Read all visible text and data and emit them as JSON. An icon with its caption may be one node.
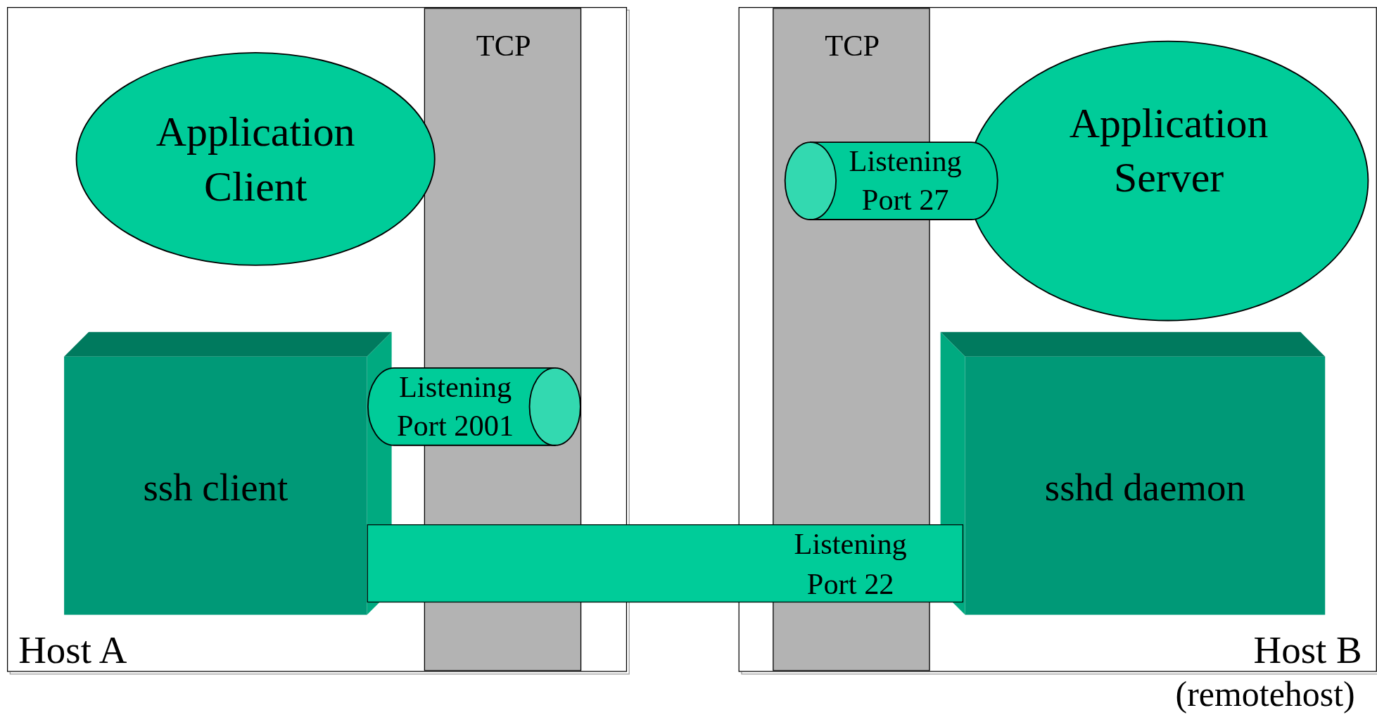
{
  "diagram": {
    "nodes": [
      {
        "text": [
          "Host A"
        ]
      },
      {
        "text": [
          "TCP"
        ],
        "in": 0
      },
      {
        "text": [
          "Application Client"
        ],
        "in": 0
      },
      {
        "text": [
          "ssh client"
        ],
        "in": 0
      },
      {
        "text": [
          "Listening Port 2001"
        ],
        "in": 0
      },
      {
        "text": [
          "Host B",
          "(remotehost)"
        ]
      },
      {
        "text": [
          "TCP"
        ],
        "in": 5
      },
      {
        "text": [
          "Application Server"
        ],
        "in": 5
      },
      {
        "text": [
          "Listening Port 27"
        ],
        "in": 5
      },
      {
        "text": [
          "sshd daemon"
        ],
        "in": 5
      },
      {
        "text": [
          "Listening Port 22"
        ]
      }
    ]
  }
}
